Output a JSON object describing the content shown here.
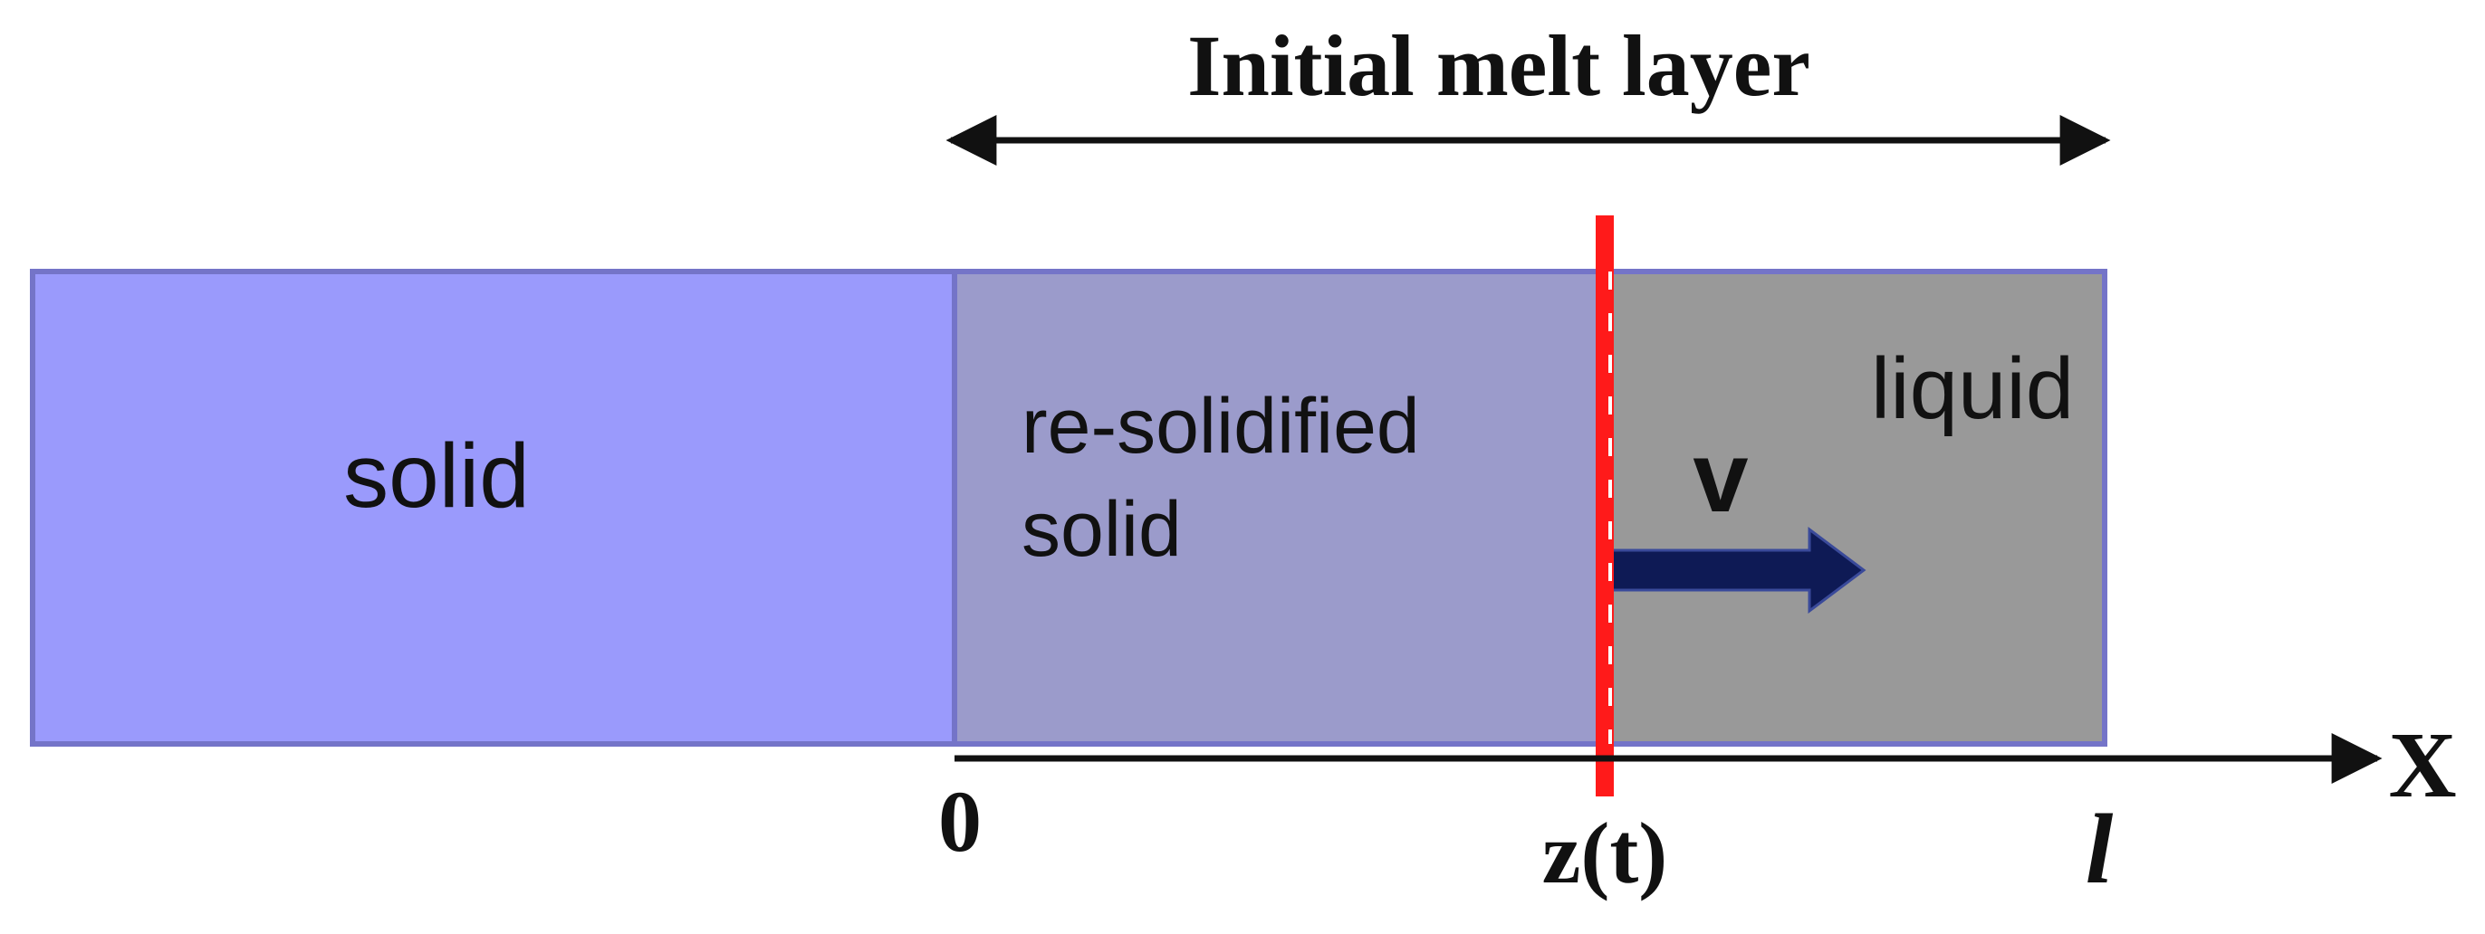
{
  "diagram": {
    "title": "Initial melt layer",
    "regions": {
      "solid": {
        "label": "solid"
      },
      "resolidified": {
        "label_line1": "re-solidified",
        "label_line2": "solid"
      },
      "liquid": {
        "label": "liquid"
      }
    },
    "velocity_label": "v",
    "axis": {
      "label": "X",
      "ticks": {
        "origin": "0",
        "interface": "z(t)",
        "end": "l"
      }
    },
    "colors": {
      "solid": "#9a9afc",
      "resolidified": "#9b9bcb",
      "liquid": "#999999",
      "border": "#7474c8",
      "interface": "#ff1a1a",
      "velocity_arrow": "#0e1a55",
      "text": "#111111"
    }
  }
}
